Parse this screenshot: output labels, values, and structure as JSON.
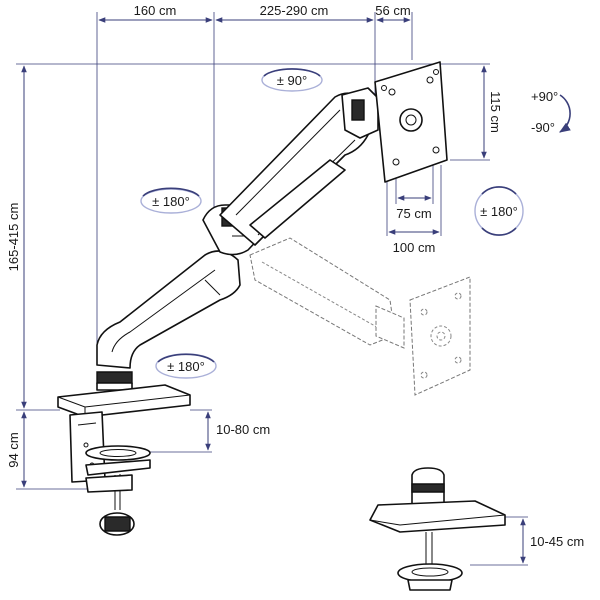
{
  "dimensions": {
    "arm_reach_1": "160 cm",
    "arm_reach_2": "225-290 cm",
    "head_depth": "56 cm",
    "total_height": "165-415 cm",
    "clamp_height": "94 cm",
    "desk_thickness_clamp": "10-80 cm",
    "desk_thickness_grommet": "10-45 cm",
    "vesa_height": "115 cm",
    "vesa_75": "75 cm",
    "vesa_100": "100 cm"
  },
  "rotations": {
    "tilt": "± 90°",
    "rotate_up": "+90°",
    "rotate_down": "-90°",
    "swivel_head": "± 180°",
    "swivel_elbow": "± 180°",
    "swivel_base": "± 180°"
  },
  "colors": {
    "dimension_line": "#3a3f7a",
    "outline": "#111111",
    "ghost": "#888888"
  }
}
